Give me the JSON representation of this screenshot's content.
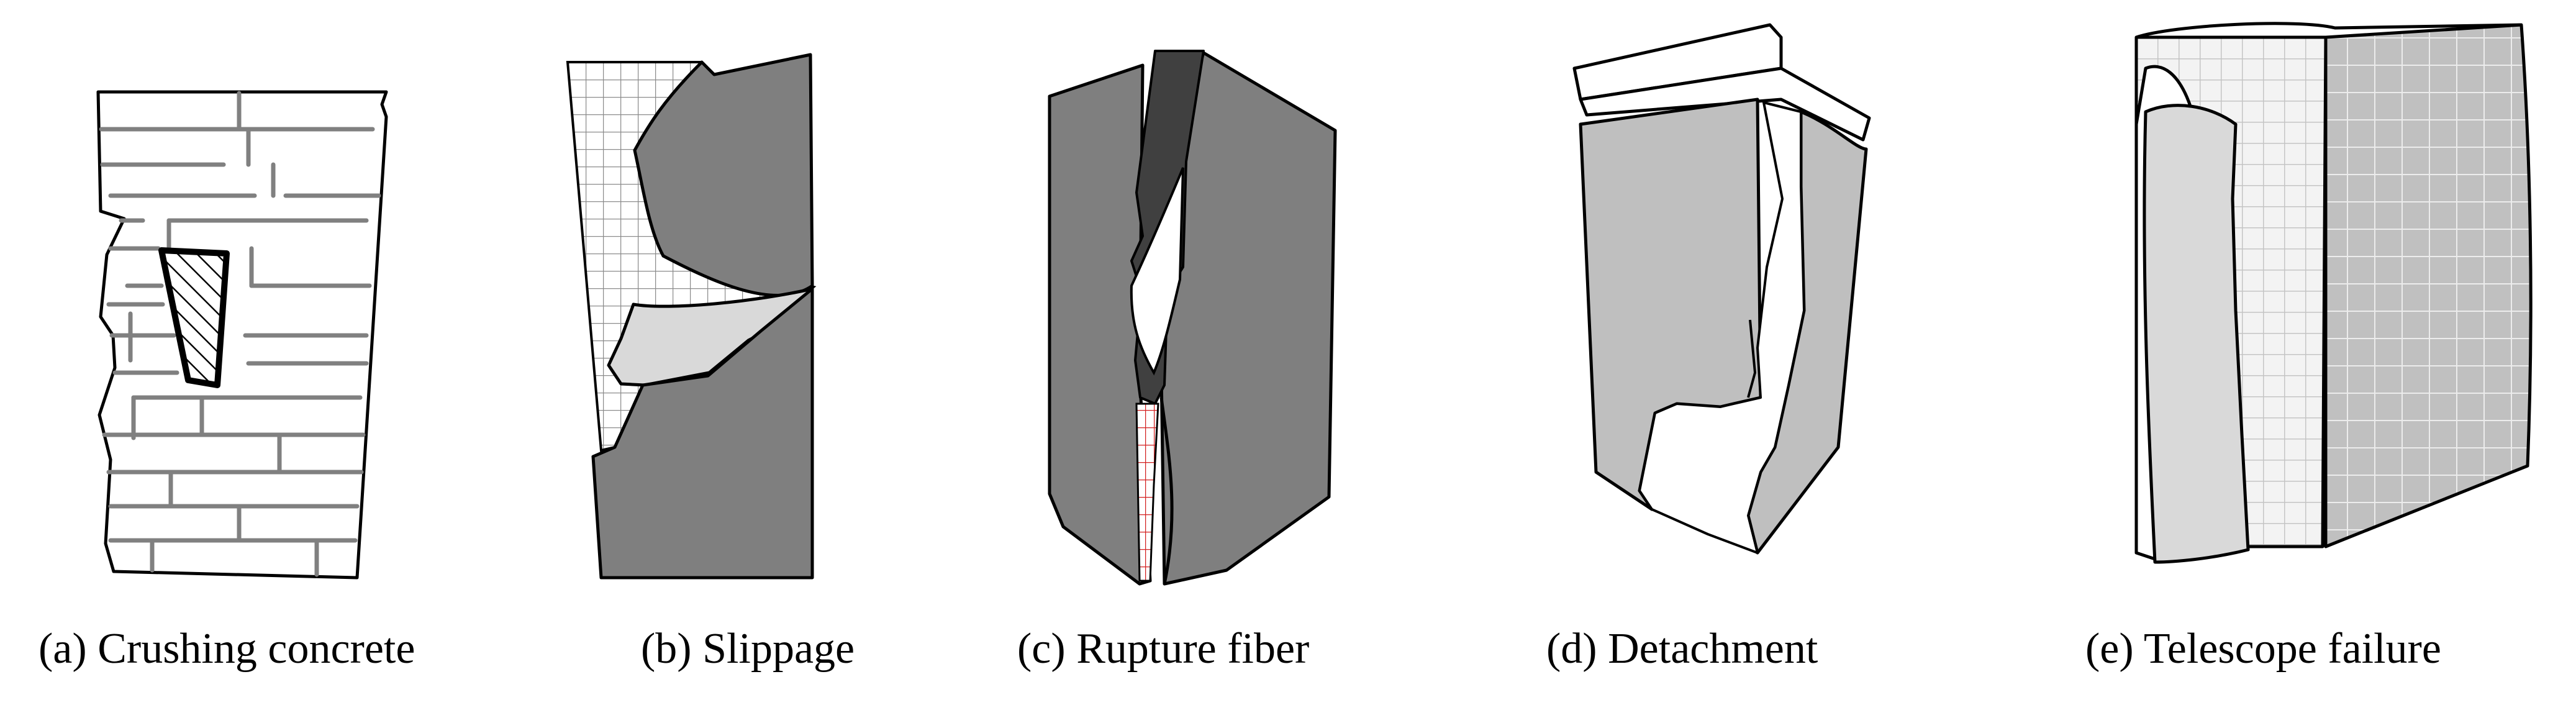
{
  "figure": {
    "panels": [
      {
        "id": "a",
        "caption": "(a) Crushing concrete"
      },
      {
        "id": "b",
        "caption": "(b) Slippage"
      },
      {
        "id": "c",
        "caption": "(c) Rupture fiber"
      },
      {
        "id": "d",
        "caption": "(d) Detachment"
      },
      {
        "id": "e",
        "caption": "(e) Telescope failure"
      }
    ]
  },
  "colors": {
    "outline": "#000000",
    "brick_line": "#808080",
    "grid_line": "#9a9a9a",
    "dark_fill": "#7f7f7f",
    "darker_fill": "#404040",
    "light_fill": "#bfbfbf",
    "pale_fill": "#d9d9d9",
    "very_pale_fill": "#f2f2f2",
    "fiber_red": "#d22020"
  }
}
